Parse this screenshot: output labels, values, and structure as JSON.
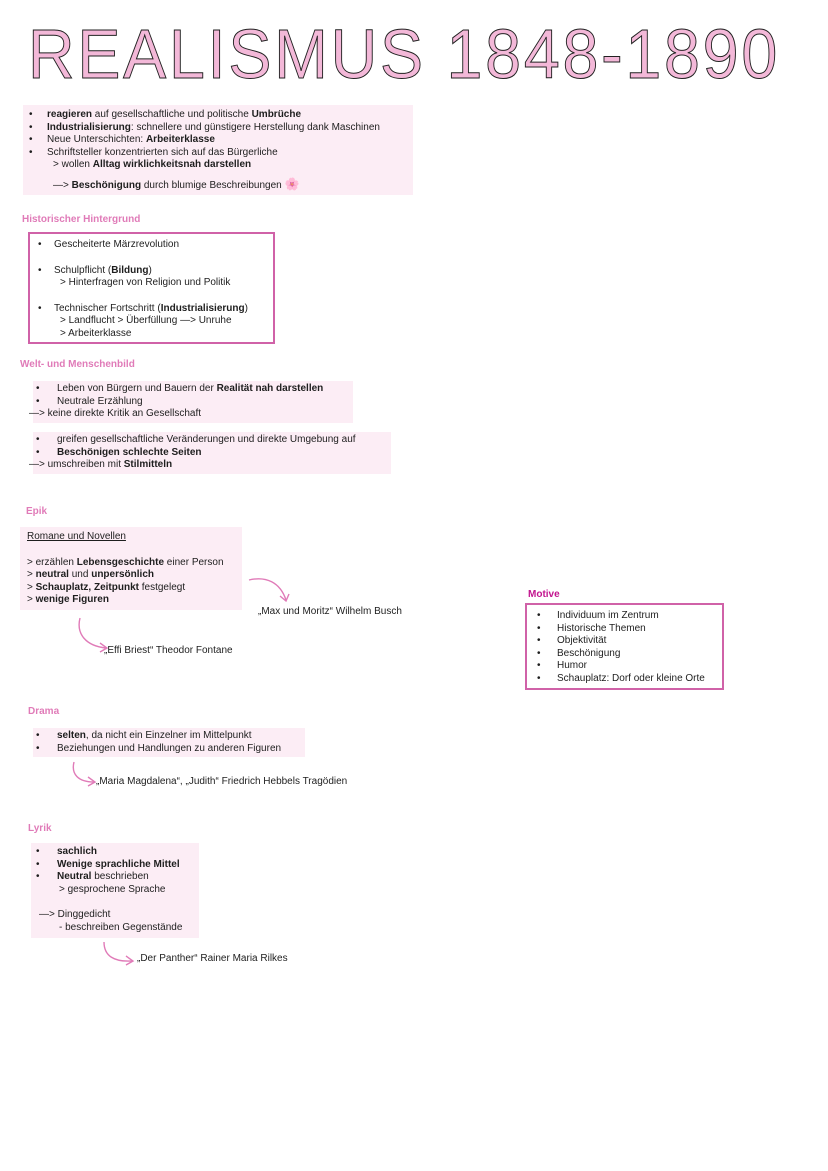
{
  "title": {
    "text": "REALISMUS 1848-1890"
  },
  "intro": {
    "items": [
      {
        "b1": "reagieren",
        "t1": " auf gesellschaftliche und politische ",
        "b2": "Umbrüche"
      },
      {
        "b1": "Industrialisierung",
        "t1": ": schnellere und günstigere Herstellung dank Maschinen"
      },
      {
        "t0": "Neue Unterschichten: ",
        "b1": "Arbeiterklasse"
      },
      {
        "t0": "Schriftsteller konzentrierten sich auf das Bürgerliche"
      }
    ],
    "sub1_pre": "> wollen ",
    "sub1_b": "Alltag wirklichkeitsnah darstellen",
    "sub2_pre": "—> ",
    "sub2_b": "Beschönigung",
    "sub2_t": " durch blumige Beschreibungen",
    "flower": "🌸"
  },
  "historisch": {
    "heading": "Historischer Hintergrund",
    "i1": "Gescheiterte Märzrevolution",
    "i2_t": "Schulpflicht (",
    "i2_b": "Bildung",
    "i2_e": ")",
    "i2_sub": "> Hinterfragen von Religion und Politik",
    "i3_t": "Technischer Fortschritt (",
    "i3_b": "Industrialisierung",
    "i3_e": ")",
    "i3_sub1": "> Landflucht > Überfüllung —> Unruhe",
    "i3_sub2": "> Arbeiterklasse"
  },
  "welt": {
    "heading": "Welt- und Menschenbild",
    "a1_t": "Leben von Bürgern und Bauern der ",
    "a1_b": "Realität nah darstellen",
    "a2": "Neutrale Erzählung",
    "a3": "—> keine direkte Kritik an Gesellschaft",
    "b1": "greifen gesellschaftliche Veränderungen und direkte Umgebung auf",
    "b2": "Beschönigen schlechte Seiten",
    "b3_t": "—> umschreiben mit ",
    "b3_b": "Stilmitteln"
  },
  "epik": {
    "heading": "Epik",
    "sub": "Romane und Novellen",
    "l1_t": "> erzählen ",
    "l1_b": "Lebensgeschichte",
    "l1_e": " einer Person",
    "l2_p": "> ",
    "l2_b1": "neutral",
    "l2_t": " und ",
    "l2_b2": "unpersönlich",
    "l3_p": "> ",
    "l3_b": "Schauplatz, Zeitpunkt",
    "l3_e": " festgelegt",
    "l4_p": "> ",
    "l4_b": "wenige Figuren",
    "ref1": "„Max und Moritz“ Wilhelm Busch",
    "ref2": "„Effi Briest“ Theodor Fontane"
  },
  "motive": {
    "heading": "Motive",
    "items": [
      "Individuum im Zentrum",
      "Historische Themen",
      "Objektivität",
      "Beschönigung",
      "Humor",
      "Schauplatz: Dorf oder kleine Orte"
    ]
  },
  "drama": {
    "heading": "Drama",
    "l1_b": "selten",
    "l1_t": ", da nicht ein Einzelner im Mittelpunkt",
    "l2": "Beziehungen und Handlungen zu anderen Figuren",
    "ref": "„Maria Magdalena“, „Judith“ Friedrich Hebbels Tragödien"
  },
  "lyrik": {
    "heading": "Lyrik",
    "l1": "sachlich",
    "l2": "Wenige sprachliche Mittel",
    "l3_b": "Neutral",
    "l3_t": " beschrieben",
    "l3_sub": "> gesprochene Sprache",
    "l4": "—> Dinggedicht",
    "l4_sub": "- beschreiben Gegenstände",
    "ref": "„Der Panther“ Rainer Maria Rilkes"
  },
  "colors": {
    "accent": "#e07bb8",
    "box": "#fcedf5",
    "frame": "#d062a8",
    "motive": "#c2148e"
  }
}
